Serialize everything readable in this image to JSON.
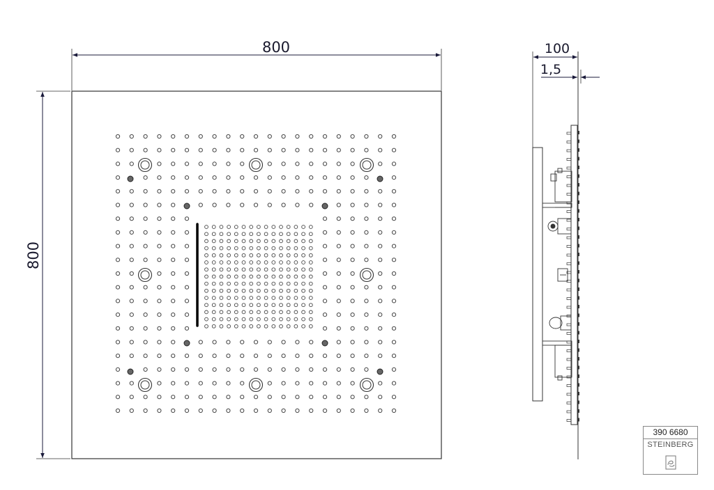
{
  "dimensions": {
    "width_label": "800",
    "height_label": "800",
    "depth_label": "100",
    "plate_label": "1,5"
  },
  "title_block": {
    "article_number": "390 6680",
    "brand": "STEINBERG",
    "logo_icon": "steinberg-logo-icon"
  },
  "colors": {
    "line": "#1a1a1a",
    "dimension_arrow": "#1a1a3a"
  }
}
